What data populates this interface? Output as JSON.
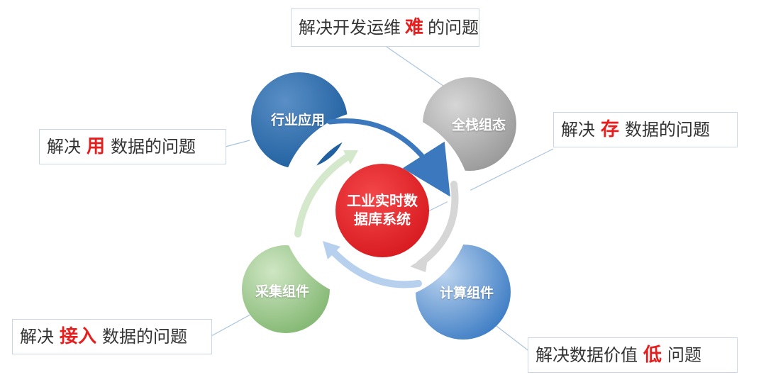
{
  "center": {
    "line1": "工业实时数",
    "line2": "据库系统"
  },
  "nodes": {
    "industry_app": "行业应用",
    "full_stack": "全栈组态",
    "compute": "计算组件",
    "collect": "采集组件"
  },
  "callouts": {
    "devops": {
      "pre": "解决开发运维",
      "em": "难",
      "post": "的问题"
    },
    "store": {
      "pre": "解决",
      "em": "存",
      "post": "数据的问题"
    },
    "use": {
      "pre": "解决",
      "em": "用",
      "post": "数据的问题"
    },
    "access": {
      "pre": "解决",
      "em": "接入",
      "post": "数据的问题"
    },
    "value": {
      "pre": "解决数据价值",
      "em": "低",
      "post": "问题"
    }
  },
  "colors": {
    "center": "#e8262a",
    "industry_app": "#2f6fae",
    "full_stack": "#a9a9a9",
    "compute": "#4a86c8",
    "collect": "#8fc07e",
    "emphasis": "#e61e1e"
  }
}
